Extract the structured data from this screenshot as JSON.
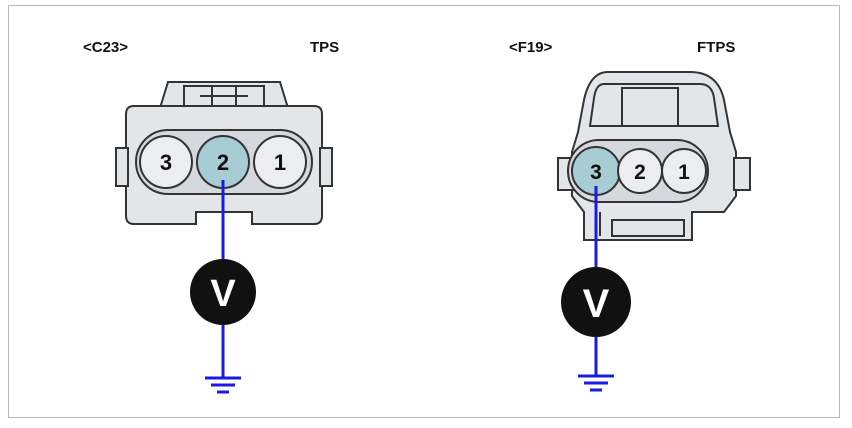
{
  "connectors": [
    {
      "code": "<C23>",
      "name": "TPS",
      "pins": [
        "3",
        "2",
        "1"
      ],
      "probe_pin": "2",
      "meter_symbol": "V"
    },
    {
      "code": "<F19>",
      "name": "FTPS",
      "pins": [
        "3",
        "2",
        "1"
      ],
      "probe_pin": "3",
      "meter_symbol": "V"
    }
  ],
  "colors": {
    "connector_fill": "#e3e6e9",
    "pin_fill": "#ecedee",
    "probe_pin_fill": "#a8ccd3",
    "wire": "#1a1ae6",
    "meter": "#111111",
    "outline": "#333333"
  },
  "icons": [
    "voltmeter-icon",
    "ground-icon"
  ]
}
